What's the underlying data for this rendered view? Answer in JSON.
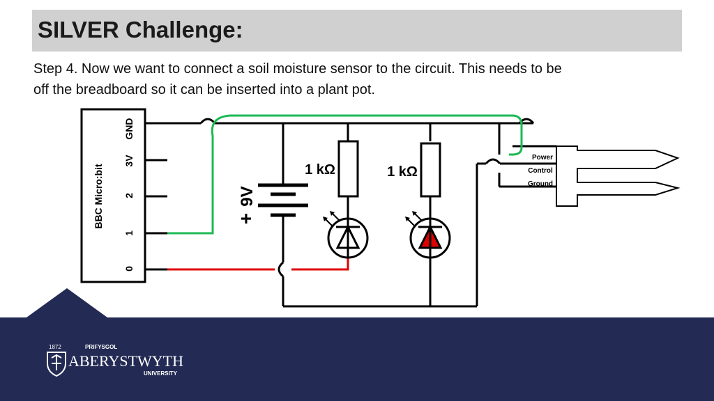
{
  "slide": {
    "title": "SILVER Challenge:",
    "body_line1": "Step 4. Now we want to connect a soil moisture sensor to the circuit. This needs to be",
    "body_line2": "off the breadboard so it can be inserted into a plant pot."
  },
  "microbit": {
    "label": "BBC Micro:bit",
    "pins": [
      "0",
      "1",
      "2",
      "3V",
      "GND"
    ]
  },
  "battery": {
    "label": "9V",
    "polarity": "+"
  },
  "resistors": [
    {
      "label": "1 kΩ"
    },
    {
      "label": "1 kΩ"
    }
  ],
  "sensor": {
    "pins": [
      "Power",
      "Control",
      "Ground"
    ]
  },
  "colors": {
    "green_wire": "#1db954",
    "red_wire": "#e00000",
    "led_fill": "#dd0000",
    "footer": "#232a54",
    "title_bar": "#d0d0d0"
  },
  "logo": {
    "year": "1872",
    "top": "PRIFYSGOL",
    "name": "ABERYSTWYTH",
    "sub": "UNIVERSITY"
  }
}
